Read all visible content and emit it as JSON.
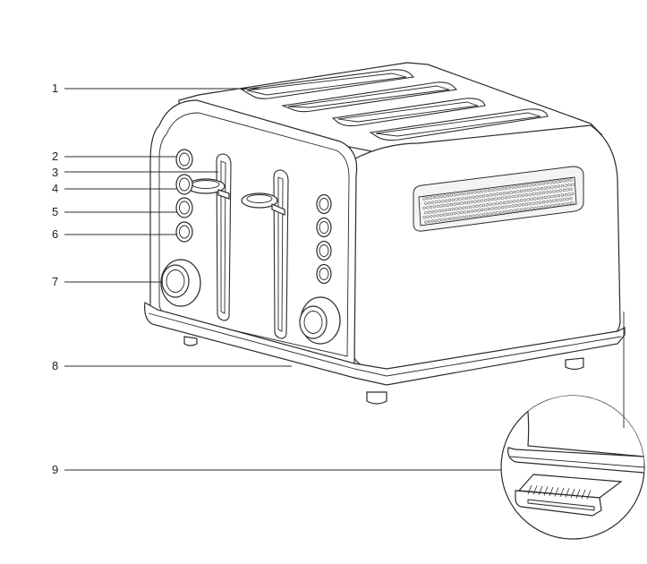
{
  "callouts": [
    {
      "id": "1",
      "label": "1"
    },
    {
      "id": "2",
      "label": "2"
    },
    {
      "id": "3",
      "label": "3"
    },
    {
      "id": "4",
      "label": "4"
    },
    {
      "id": "5",
      "label": "5"
    },
    {
      "id": "6",
      "label": "6"
    },
    {
      "id": "7",
      "label": "7"
    },
    {
      "id": "8",
      "label": "8"
    },
    {
      "id": "9",
      "label": "9"
    }
  ],
  "illustration": {
    "subject": "toaster-icon",
    "detail": "crumb-tray-icon"
  }
}
